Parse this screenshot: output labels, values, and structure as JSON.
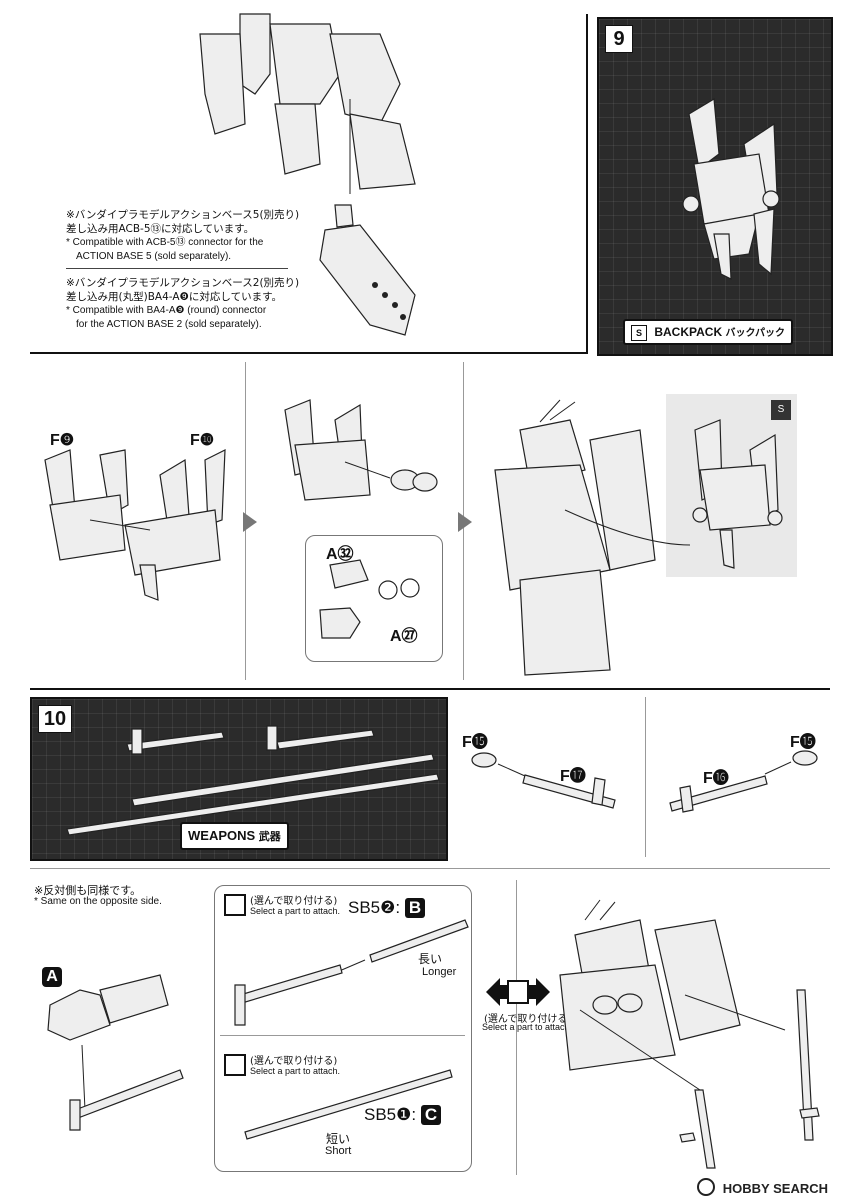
{
  "step9": {
    "number": "9",
    "tag_en": "BACKPACK",
    "tag_jp": "バックパック",
    "notes": [
      {
        "jp1": "※バンダイプラモデルアクションベース5(別売り)",
        "jp2": "差し込み用ACB-5⑬に対応しています。",
        "en1": "* Compatible with ACB-5⑬ connector for the",
        "en2": "ACTION BASE 5 (sold separately)."
      },
      {
        "jp1": "※バンダイプラモデルアクションベース2(別売り)",
        "jp2": "差し込み用(丸型)BA4-A❾に対応しています。",
        "en1": "* Compatible with BA4-A❾ (round) connector",
        "en2": "for the ACTION BASE 2 (sold separately)."
      }
    ],
    "part_labels": {
      "f9": "F❾",
      "f10": "F❿",
      "a32": "A㉜",
      "a27": "A㉗"
    }
  },
  "step10": {
    "number": "10",
    "tag_en": "WEAPONS",
    "tag_jp": "武器",
    "part_labels": {
      "f15_left": "F⓯",
      "f17": "F⓱",
      "f15_right": "F⓯",
      "f16": "F⓰"
    },
    "opposite_note_jp": "※反対側も同様です。",
    "opposite_note_en": "* Same on the opposite side.",
    "hand_label": "A",
    "select_jp": "(選んで取り付ける)",
    "select_en": "Select a part to attach.",
    "sb5b_label": "SB5❷:",
    "sb5b_letter": "B",
    "longer_jp": "長い",
    "longer_en": "Longer",
    "sb5c_label": "SB5❶:",
    "sb5c_letter": "C",
    "shorter_jp": "短い",
    "shorter_en": "Short"
  },
  "footer": {
    "watermark": "HOBBY SEARCH"
  },
  "icons": [
    "optional-part-icon",
    "sticker-s-icon",
    "step-arrow-icon",
    "double-arrow-icon",
    "hobby-search-logo-icon"
  ]
}
